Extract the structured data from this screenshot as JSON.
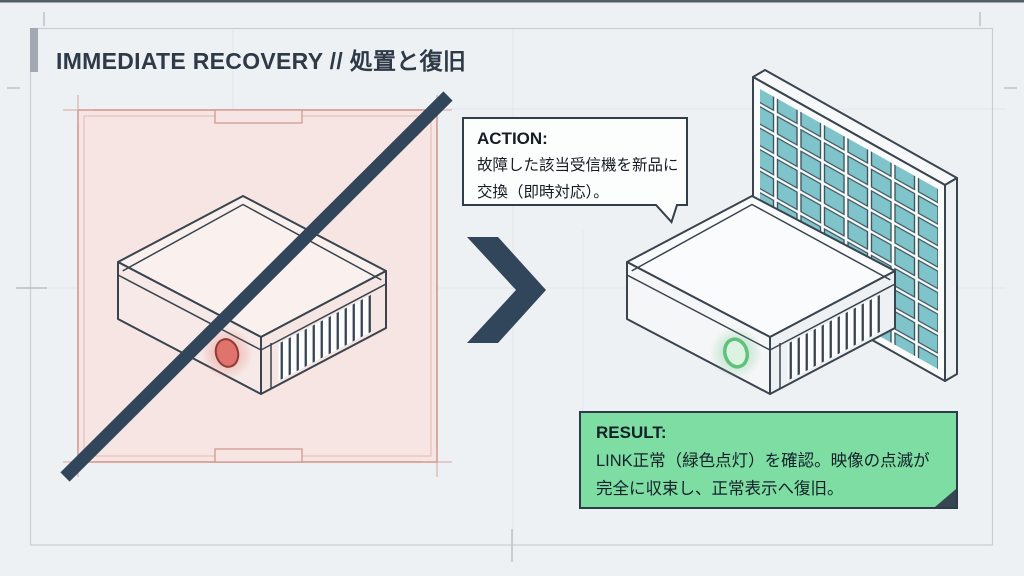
{
  "title": "IMMEDIATE RECOVERY // 処置と復旧",
  "action_callout": {
    "label": "ACTION:",
    "line1": "故障した該当受信機を新品に",
    "line2": "交換（即時対応）。"
  },
  "result_callout": {
    "label": "RESULT:",
    "line1": "LINK正常（緑色点灯）を確認。映像の点滅が",
    "line2": "完全に収束し、正常表示へ復旧。"
  },
  "palette": {
    "background": "#eef1f4",
    "accent_dark": "#31465a",
    "fault_area_pink": "#f7e5e3",
    "fault_border": "#cf928a",
    "led_red": "#e0736b",
    "led_green": "#5fc17c",
    "led_green_fill": "#ddf3e2",
    "result_green": "#7edda2",
    "panel_teal": "#7fc3cb",
    "outline": "#39444f"
  }
}
